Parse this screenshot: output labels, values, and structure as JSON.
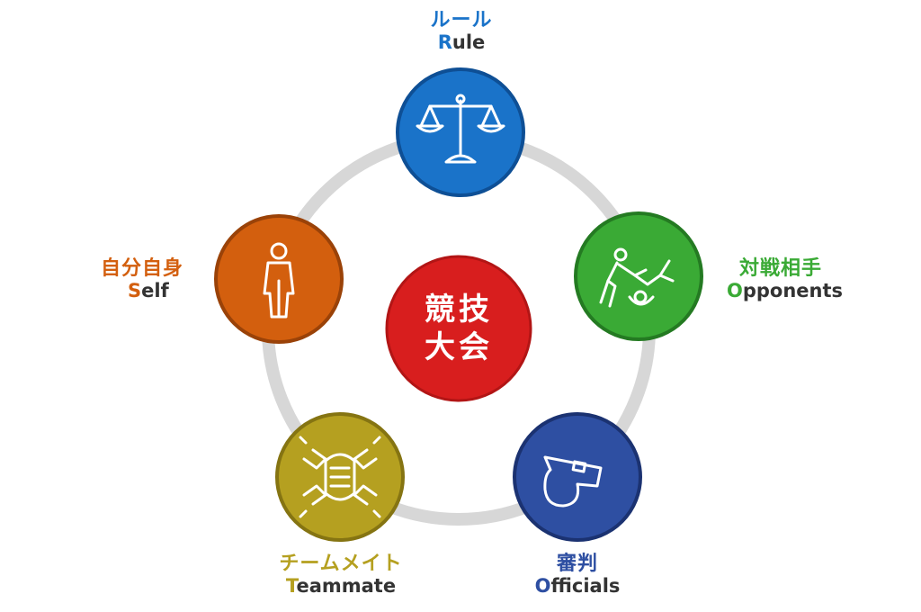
{
  "center": {
    "line1": "競技",
    "line2": "大会",
    "color": "#d81e1e"
  },
  "ring_color": "#d7d7d7",
  "nodes": {
    "rule": {
      "ja": "ルール",
      "en_first": "R",
      "en_rest": "ule",
      "color": "#1a73c9",
      "icon": "scales-icon"
    },
    "opponents": {
      "ja": "対戦相手",
      "en_first": "O",
      "en_rest": "pponents",
      "color": "#3aaa35",
      "icon": "wrestling-icon"
    },
    "officials": {
      "ja": "審判",
      "en_first": "O",
      "en_rest": "fficials",
      "color": "#2e4fa2",
      "icon": "whistle-icon"
    },
    "teammate": {
      "ja": "チームメイト",
      "en_first": "T",
      "en_rest": "eammate",
      "color": "#b5a020",
      "icon": "team-hands-icon"
    },
    "self": {
      "ja": "自分自身",
      "en_first": "S",
      "en_rest": "elf",
      "color": "#d35f0e",
      "icon": "person-icon"
    }
  }
}
